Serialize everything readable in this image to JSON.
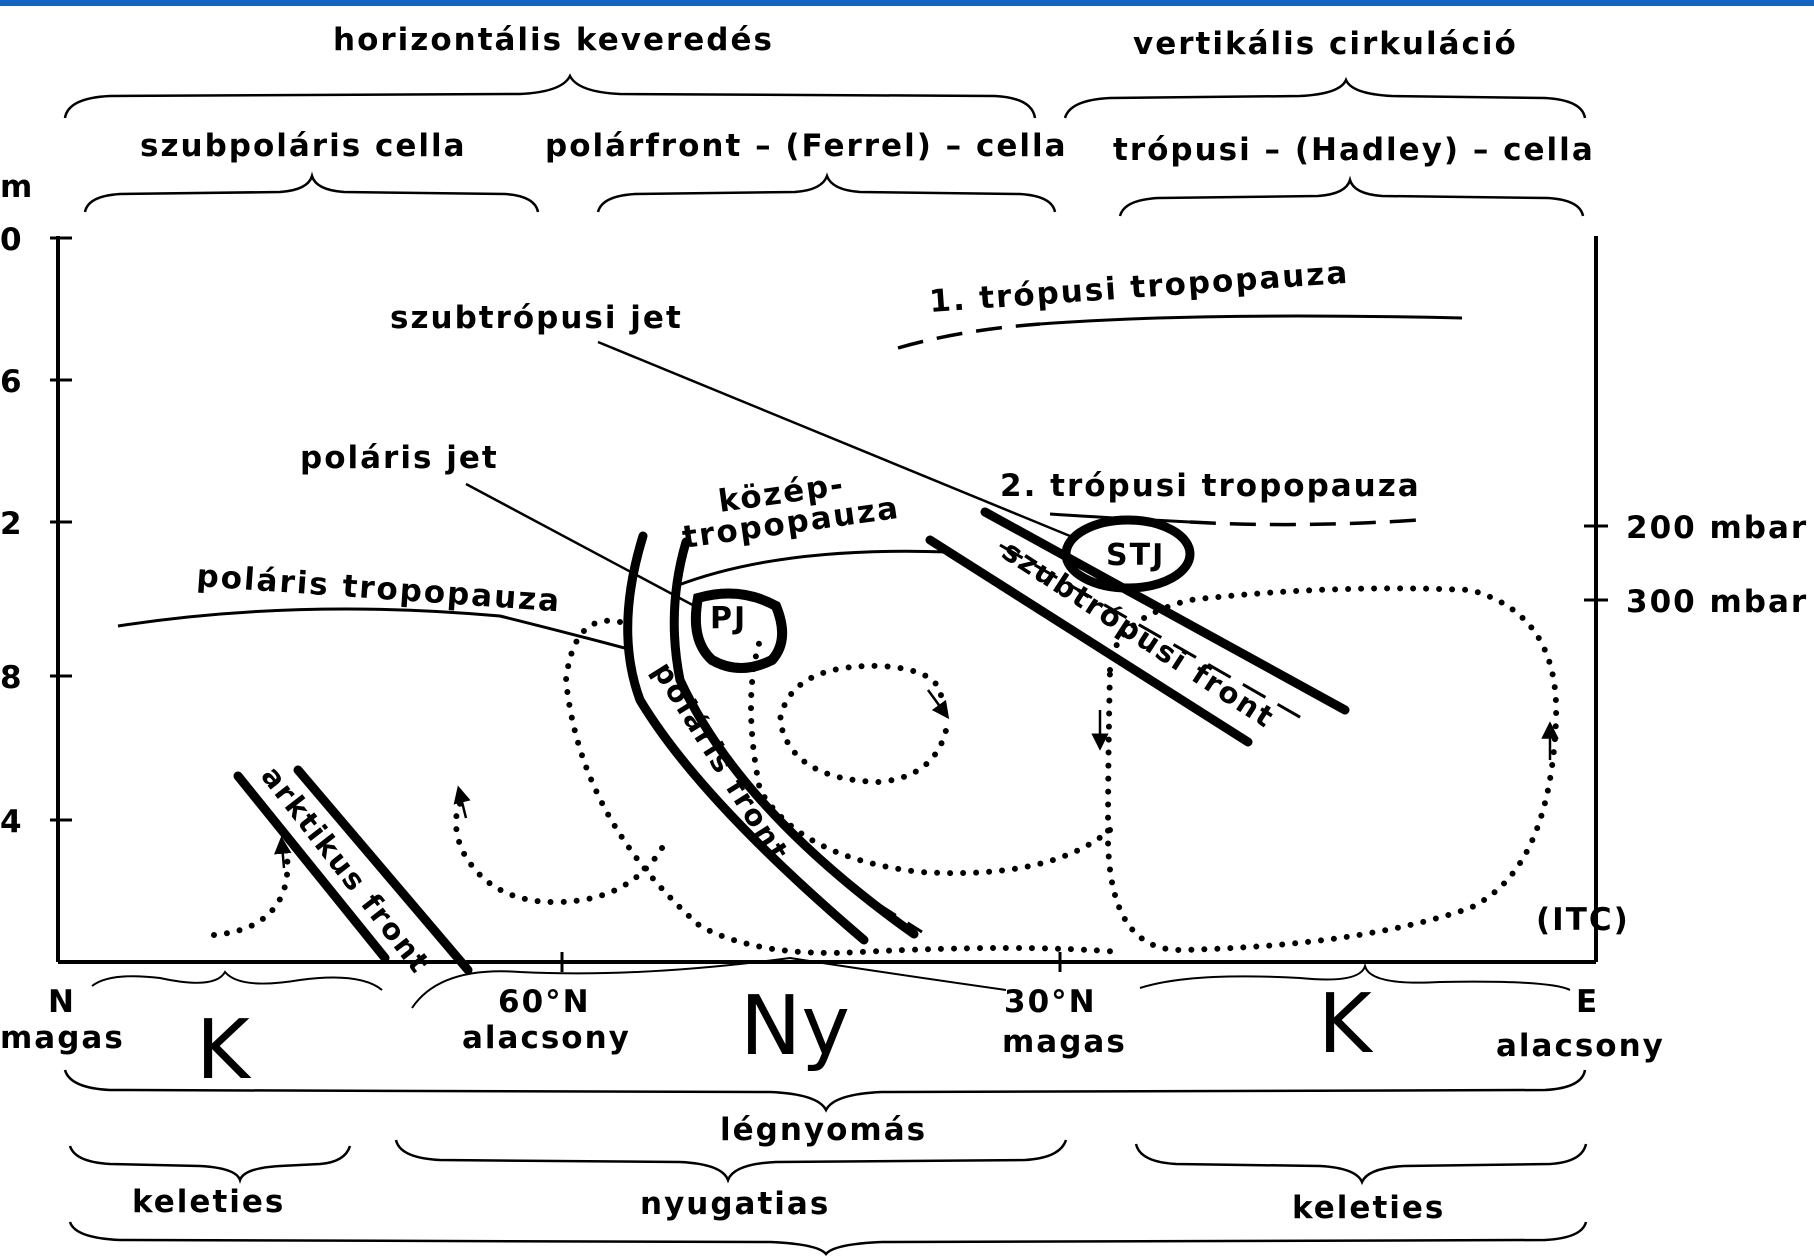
{
  "colors": {
    "top_bar": "#1565c0",
    "ink": "#000000",
    "background": "#ffffff"
  },
  "top_braces": {
    "horizontal": "horizontális keveredés",
    "vertical": "vertikális cirkuláció"
  },
  "cells": {
    "subpolar": "szubpoláris cella",
    "ferrel": "polárfront – (Ferrel) – cella",
    "hadley": "trópusi – (Hadley) – cella"
  },
  "y_axis": {
    "unit": "m",
    "ticks": [
      "0",
      "6",
      "2",
      "8",
      "4"
    ]
  },
  "right_axis": {
    "p200": "200 mbar",
    "p300": "300 mbar",
    "itc": "(ITC)"
  },
  "labels": {
    "tropopause1": "1. trópusi tropopauza",
    "subtropical_jet": "szubtrópusi jet",
    "polar_jet": "poláris jet",
    "mid_tropopause_1": "közép-",
    "mid_tropopause_2": "tropopauza",
    "tropopause2": "2. trópusi tropopauza",
    "polar_tropopause": "poláris tropopauza",
    "stj": "STJ",
    "pj": "PJ",
    "subtropical_front": "szubtrópusi front",
    "polar_front": "poláris front",
    "arctic_front": "arktikus front"
  },
  "x_axis": {
    "N": "N",
    "lat60": "60°N",
    "lat30": "30°N",
    "E": "E"
  },
  "pressure_row": {
    "magas1": "magas",
    "alacsony1": "alacsony",
    "magas2": "magas",
    "alacsony2": "alacsony"
  },
  "handwritten": {
    "k1": "K",
    "ny": "Ny",
    "k2": "K"
  },
  "bottom": {
    "legnyomas": "légnyomás",
    "keleties1": "keleties",
    "nyugatias": "nyugatias",
    "keleties2": "keleties"
  }
}
